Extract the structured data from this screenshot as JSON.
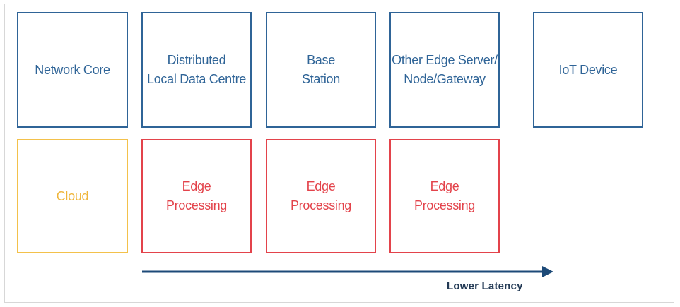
{
  "diagram": {
    "top_row": [
      {
        "label": "Network Core",
        "color": "#2f6497"
      },
      {
        "label": "Distributed\nLocal Data Centre",
        "color": "#2f6497"
      },
      {
        "label": "Base\nStation",
        "color": "#2f6497"
      },
      {
        "label": "Other Edge Server/\nNode/Gateway",
        "color": "#2f6497"
      },
      {
        "label": "IoT Device",
        "color": "#2f6497"
      }
    ],
    "bottom_row": [
      {
        "label": "Cloud",
        "color": "#efb53a"
      },
      {
        "label": "Edge\nProcessing",
        "color": "#e3434b"
      },
      {
        "label": "Edge\nProcessing",
        "color": "#e3434b"
      },
      {
        "label": "Edge\nProcessing",
        "color": "#e3434b"
      }
    ],
    "arrow": {
      "label": "Lower Latency",
      "color": "#1d4a78"
    }
  }
}
